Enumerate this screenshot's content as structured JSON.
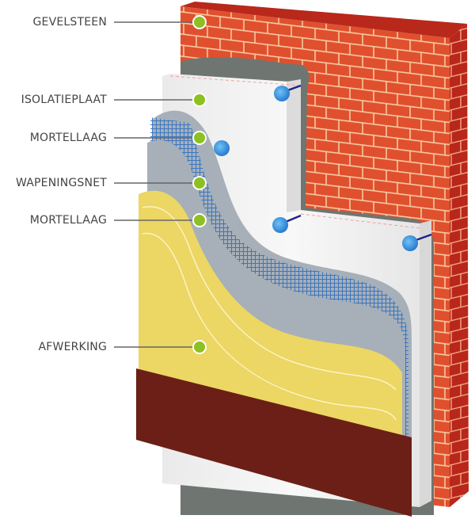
{
  "diagram": {
    "title": "Gevelisolatie opbouw",
    "layers": [
      {
        "id": "gevelsteen",
        "label": "GEVELSTEEN",
        "color": "#e0502e"
      },
      {
        "id": "isolatieplaat",
        "label": "ISOLATIEPLAAT",
        "color": "#f2f2f2"
      },
      {
        "id": "mortellaag-1",
        "label": "MORTELLAAG",
        "color": "#a7b0b8"
      },
      {
        "id": "wapeningsnet",
        "label": "WAPENINGSNET",
        "color": "#2d6fc0"
      },
      {
        "id": "mortellaag-2",
        "label": "MORTELLAAG",
        "color": "#a7b0b8"
      },
      {
        "id": "afwerking",
        "label": "AFWERKING",
        "color": "#ecd664"
      }
    ],
    "marker_color": "#8dc021",
    "plinth_color": "#6b1f16",
    "anchor_color": "#2f8de0"
  }
}
